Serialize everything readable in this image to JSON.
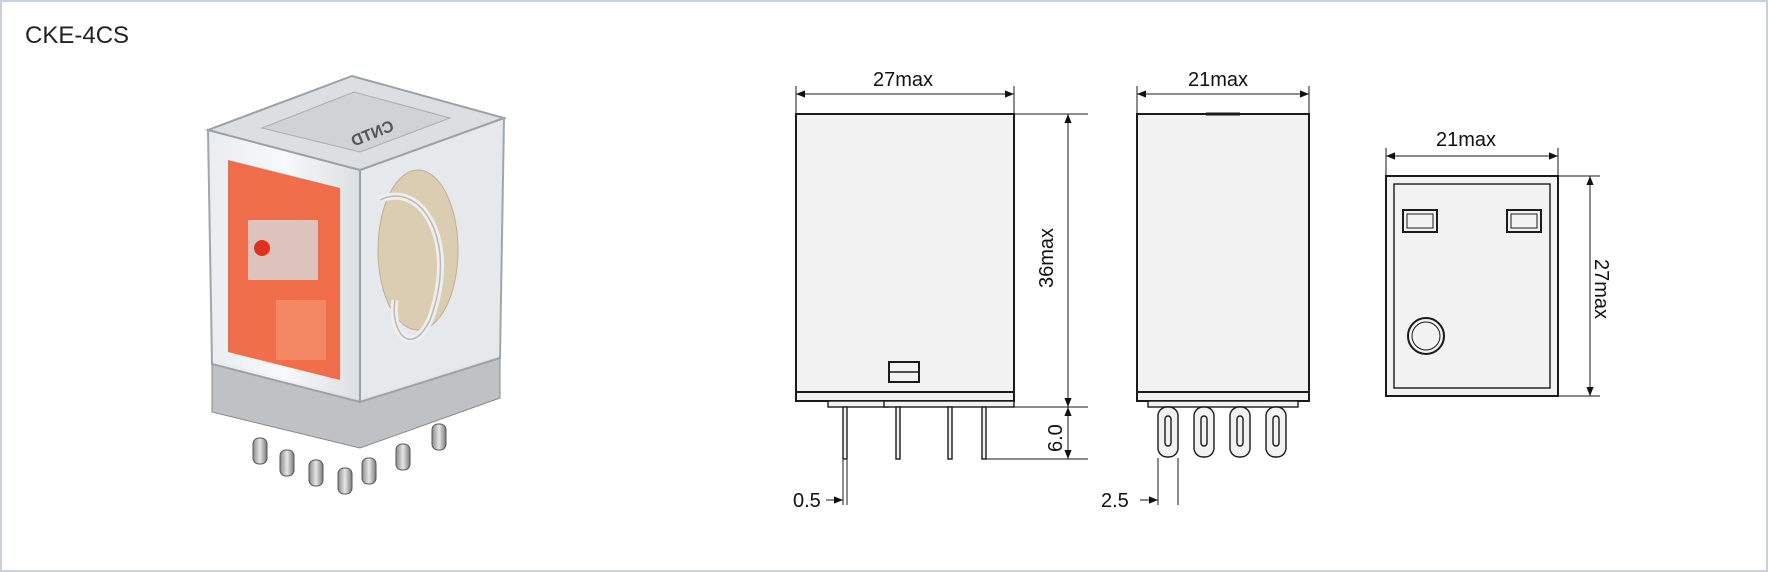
{
  "model": "CKE-4CS",
  "brand_marking": "CNTD",
  "side_view": {
    "width_label": "27max",
    "height_label": "36max",
    "pin_length_label": "6.0",
    "pin_thickness_label": "0.5"
  },
  "front_view": {
    "width_label": "21max",
    "pin_pitch_label": "2.5"
  },
  "top_view": {
    "width_label": "21max",
    "depth_label": "27max"
  },
  "colors": {
    "body_fill": "#f2f2f2",
    "outline": "#1a1a1a",
    "frame_border": "#c9d1dc",
    "actuator": "#f0623c"
  }
}
